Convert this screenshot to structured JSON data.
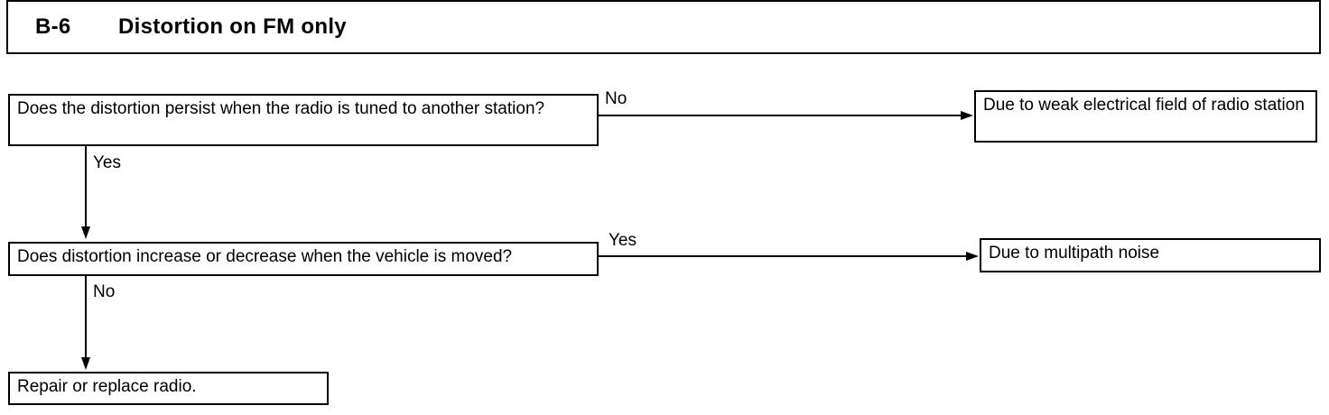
{
  "header": {
    "code": "B-6",
    "title": "Distortion on FM only"
  },
  "flowchart": {
    "question_1": "Does the distortion persist when the radio is tuned to another station?",
    "question_1_no_label": "No",
    "question_1_no_result": "Due to weak electrical field of radio station",
    "question_1_yes_label": "Yes",
    "question_2": "Does distortion increase or decrease when the vehicle is moved?",
    "question_2_yes_label": "Yes",
    "question_2_yes_result": "Due to multipath noise",
    "question_2_no_label": "No",
    "question_2_no_result": "Repair or replace radio."
  }
}
